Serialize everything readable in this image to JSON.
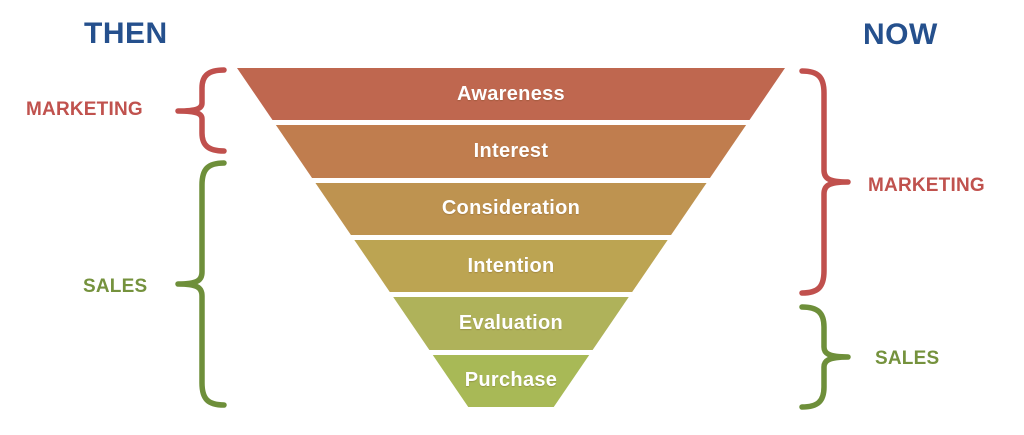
{
  "titles": {
    "then": "THEN",
    "now": "NOW"
  },
  "colors": {
    "heading_blue": "#25508d",
    "marketing_red": "#c0524e",
    "sales_green": "#75923d",
    "brace_red": "#c0504d",
    "brace_green": "#6e8f3a"
  },
  "funnel": {
    "stages": [
      {
        "label": "Awareness",
        "color": "#bf674f"
      },
      {
        "label": "Interest",
        "color": "#c07d4e"
      },
      {
        "label": "Consideration",
        "color": "#be9350"
      },
      {
        "label": "Intention",
        "color": "#bca452"
      },
      {
        "label": "Evaluation",
        "color": "#afb25a"
      },
      {
        "label": "Purchase",
        "color": "#a8b956"
      }
    ]
  },
  "annotations": {
    "then_marketing": {
      "label": "MARKETING",
      "covers": "Awareness, Interest"
    },
    "then_sales": {
      "label": "SALES",
      "covers": "Consideration, Intention, Evaluation, Purchase"
    },
    "now_marketing": {
      "label": "MARKETING",
      "covers": "Awareness, Interest, Consideration, Intention"
    },
    "now_sales": {
      "label": "SALES",
      "covers": "Evaluation, Purchase"
    }
  }
}
